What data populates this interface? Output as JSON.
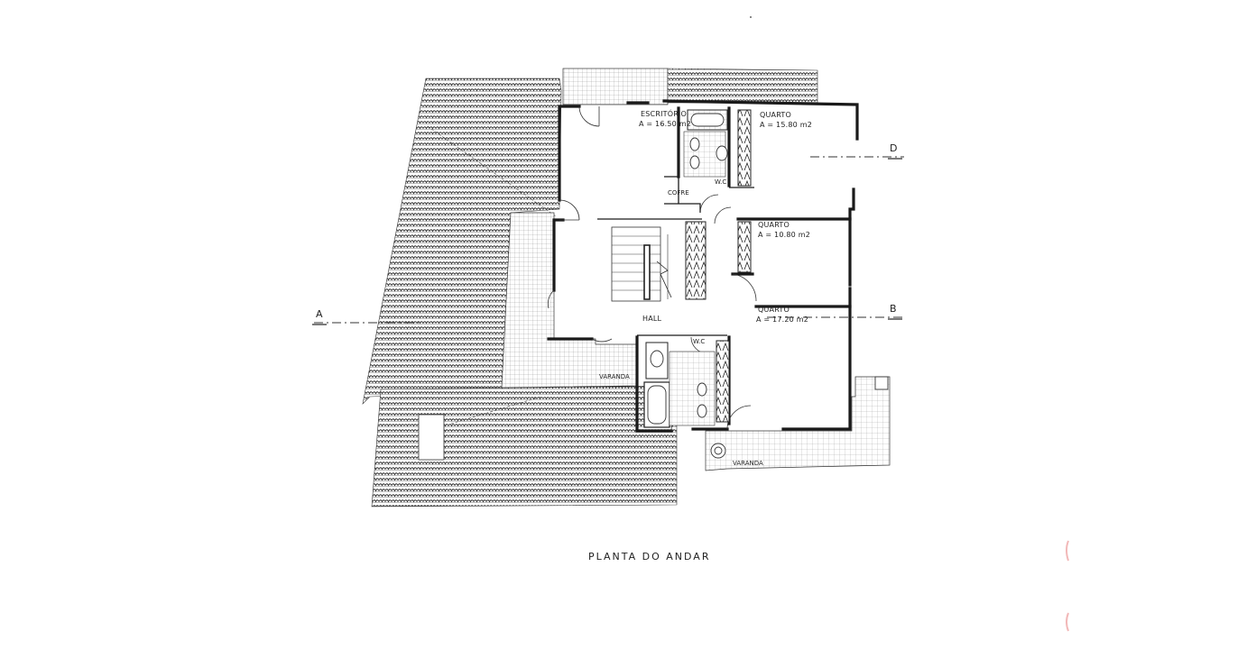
{
  "title": "PLANTA DO ANDAR",
  "rooms": {
    "escritorio": {
      "name": "ESCRITÓRIO",
      "area": "A = 16.50 m2"
    },
    "quarto1": {
      "name": "QUARTO",
      "area": "A = 15.80 m2"
    },
    "quarto2": {
      "name": "QUARTO",
      "area": "A = 10.80 m2"
    },
    "quarto3": {
      "name": "QUARTO",
      "area": "A = 17.20 m2"
    },
    "hall": {
      "name": "HALL"
    },
    "cofre": {
      "name": "COFRE"
    },
    "wc1": {
      "name": "W.C"
    },
    "wc2": {
      "name": "W.C"
    }
  },
  "varandas": {
    "west": "VARANDA",
    "south": "VARANDA"
  },
  "sections": {
    "a": "A",
    "b": "B",
    "d": "D"
  }
}
